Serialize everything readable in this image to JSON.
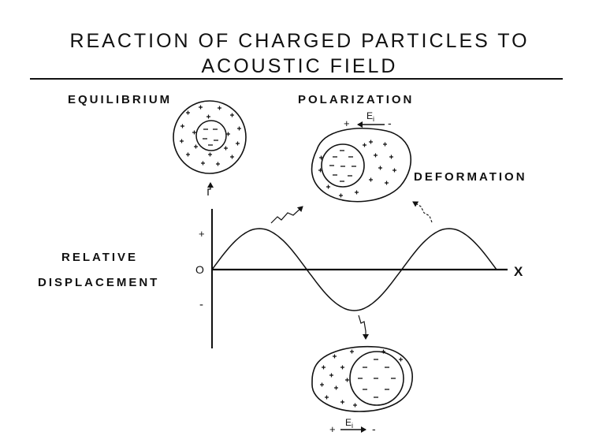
{
  "title": {
    "line1": "REACTION OF CHARGED PARTICLES TO",
    "line2": "ACOUSTIC FIELD"
  },
  "labels": {
    "equilibrium": "EQUILIBRIUM",
    "polarization": "POLARIZATION",
    "deformation": "DEFORMATION",
    "relative": "RELATIVE",
    "displacement": "DISPLACEMENT"
  },
  "axis": {
    "x_label": "X",
    "zero": "O",
    "plus": "+",
    "minus": "-"
  },
  "field": {
    "symbol": "E",
    "subscript": "i",
    "plus": "+",
    "minus": "-"
  }
}
